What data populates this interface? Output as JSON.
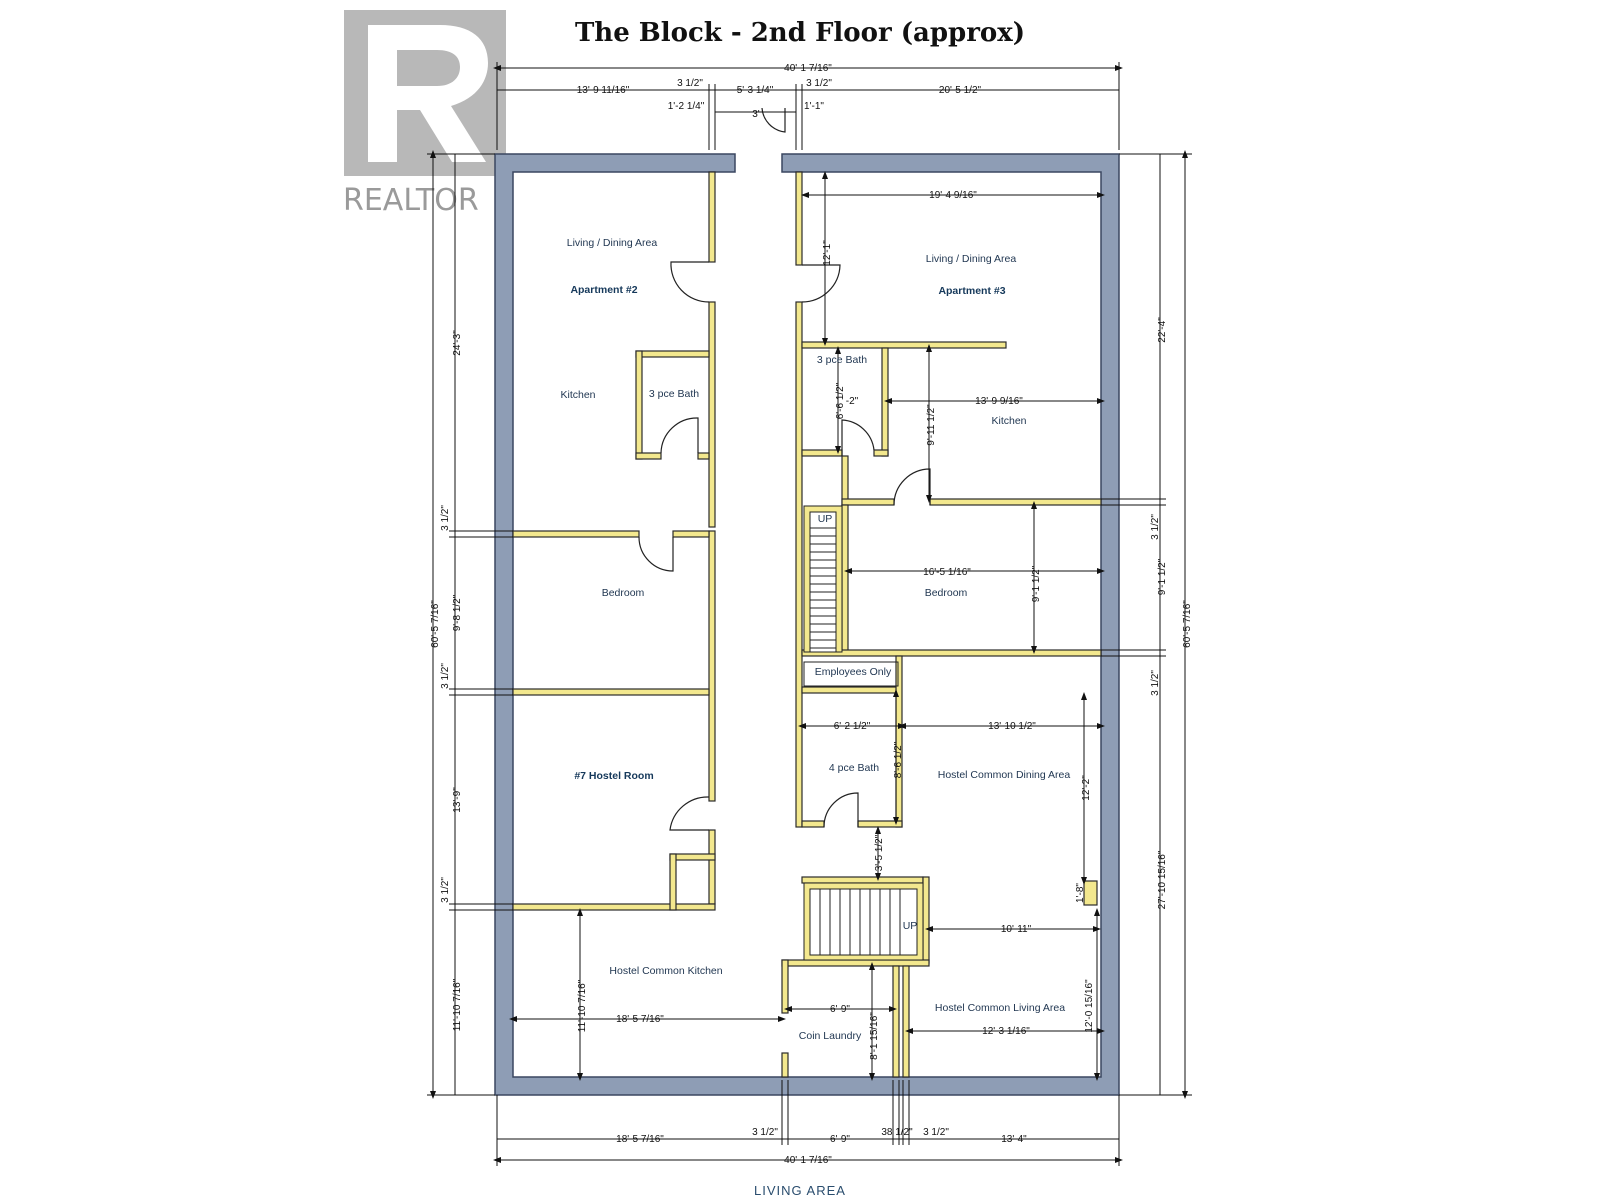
{
  "header": {
    "title": "The Block - 2nd Floor (approx)",
    "watermark": "REALTOR",
    "registered_mark": "®"
  },
  "footer": {
    "label": "LIVING AREA"
  },
  "rooms": {
    "apt2_living": "Living / Dining Area",
    "apt2_name": "Apartment #2",
    "apt2_kitchen": "Kitchen",
    "apt2_bath": "3 pce Bath",
    "apt2_bedroom": "Bedroom",
    "apt3_living": "Living / Dining Area",
    "apt3_name": "Apartment #3",
    "apt3_bath": "3 pce Bath",
    "apt3_kitchen": "Kitchen",
    "apt3_bedroom": "Bedroom",
    "employees": "Employees Only",
    "bath4": "4 pce Bath",
    "hostel7": "#7 Hostel Room",
    "dining": "Hostel Common Dining Area",
    "kitchen": "Hostel Common Kitchen",
    "laundry": "Coin Laundry",
    "living": "Hostel Common Living Area",
    "stair_up_1": "UP",
    "stair_up_2": "UP"
  },
  "dims": {
    "top_total": "40'-1 7/16\"",
    "top_a": "13'-9 11/16\"",
    "top_b": "3 1/2\"",
    "top_c": "5'-3 1/4\"",
    "top_d": "3 1/2\"",
    "top_e": "20'-5 1/2\"",
    "top_f": "1'-2 1/4\"",
    "top_g": "3'",
    "top_h": "1'-1\"",
    "left_total": "60'-5 7/16\"",
    "left_a": "24'-3\"",
    "left_b": "3 1/2\"",
    "left_c": "9'-8 1/2\"",
    "left_d": "3 1/2\"",
    "left_e": "13'-9\"",
    "left_f": "3 1/2\"",
    "left_g": "11'-10 7/16\"",
    "right_total": "60'-5 7/16\"",
    "right_a": "22'-4\"",
    "right_b": "3 1/2\"",
    "right_c": "9'-1 1/2\"",
    "right_d": "3 1/2\"",
    "right_e": "27'-10 15/16\"",
    "bot_a": "18'-5 7/16\"",
    "bot_b": "3 1/2\"",
    "bot_c": "6'-9\"",
    "bot_d": "38 1/2\"",
    "bot_e": "3 1/2\"",
    "bot_f": "13'-4\"",
    "bot_total": "40'-1 7/16\"",
    "in_apt3_w": "19'-4 9/16\"",
    "in_apt3_h": "12'-1\"",
    "in_bath3_h": "6'-6 1/2\"",
    "in_bath3_w": "-2\"",
    "in_kit3_w": "13'-9 9/16\"",
    "in_kit3_h": "9'-11 1/2\"",
    "in_bed3_w": "16'-5 1/16\"",
    "in_bed3_h": "9'-1 1/2\"",
    "in_bath4_w": "6'-2 1/2\"",
    "in_bath4_h": "8'-6 1/2\"",
    "in_dining_w": "13'-10 1/2\"",
    "in_dining_h": "12'-2\"",
    "in_hall": "3'-5 1/2\"",
    "in_post": "1'-8\"",
    "in_stair_w": "10'-11\"",
    "in_kitchen_h": "11'-10 7/16\"",
    "in_kitchen_w": "18'-5 7/16\"",
    "in_laundry_w": "6'-9\"",
    "in_laundry_h": "8'-1 15/16\"",
    "in_living_w": "12'-3 1/16\"",
    "in_living_h": "12'-0 15/16\""
  },
  "colors": {
    "exterior_wall": "#8e9db5",
    "interior_wall_fill": "#f3e88e",
    "interior_wall_edge": "#2b2b2b",
    "watermark": "#9a9a9a"
  }
}
